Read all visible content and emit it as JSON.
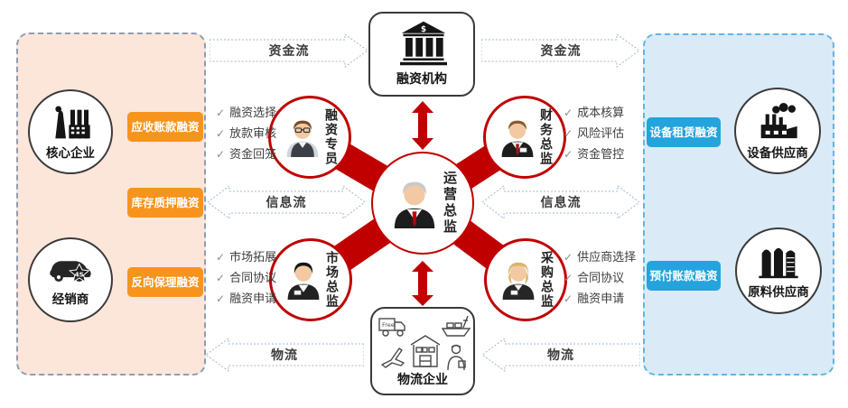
{
  "glyphs": {
    "check": "✓"
  },
  "colors": {
    "accent_red": "#C00000",
    "tag_orange": "#F7941E",
    "tag_blue": "#25A3DC",
    "panel_left_bg": "#FCE6D9",
    "panel_right_bg": "#DAEBF7"
  },
  "flows": {
    "fund": "资金流",
    "info": "信息流",
    "logistics": "物流"
  },
  "top_node": {
    "label": "融资机构",
    "currency": "$"
  },
  "bottom_node": {
    "label": "物流企业",
    "truck_label": "Free"
  },
  "center": {
    "label": "运营总监"
  },
  "left_panel": {
    "nodes": [
      {
        "label": "核心企业",
        "icon": "factory-icon"
      },
      {
        "label": "经销商",
        "icon": "car-4s-icon",
        "badge": "4S"
      }
    ],
    "tags": [
      "应收账款融资",
      "库存质押融资",
      "反向保理融资"
    ]
  },
  "right_panel": {
    "tags": [
      "设备租赁融资",
      "预付账款融资"
    ],
    "nodes": [
      {
        "label": "设备供应商",
        "icon": "factory-smoke-icon"
      },
      {
        "label": "原料供应商",
        "icon": "silos-icon"
      }
    ]
  },
  "officers": [
    {
      "label": "融资专员",
      "tasks": [
        "融资选择",
        "放款审核",
        "资金回笼"
      ]
    },
    {
      "label": "财务总监",
      "tasks": [
        "成本核算",
        "风险评估",
        "资金管控"
      ]
    },
    {
      "label": "市场总监",
      "tasks": [
        "市场拓展",
        "合同协议",
        "融资申请"
      ]
    },
    {
      "label": "采购总监",
      "tasks": [
        "供应商选择",
        "合同协议",
        "融资申请"
      ]
    }
  ]
}
